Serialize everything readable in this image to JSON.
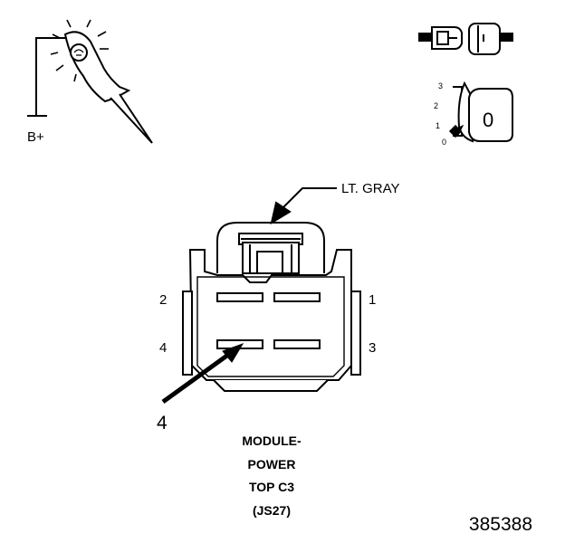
{
  "probe": {
    "label": "B+"
  },
  "ignition": {
    "positions": [
      "3",
      "2",
      "1",
      "0"
    ],
    "key_label": "0"
  },
  "connector": {
    "wire_color": "LT. GRAY",
    "pin_labels": {
      "p1": "1",
      "p2": "2",
      "p3": "3",
      "p4": "4"
    },
    "callout": "4",
    "name_lines": [
      "MODULE-",
      "POWER",
      "TOP C3",
      "(JS27)"
    ]
  },
  "figure_number": "385388"
}
